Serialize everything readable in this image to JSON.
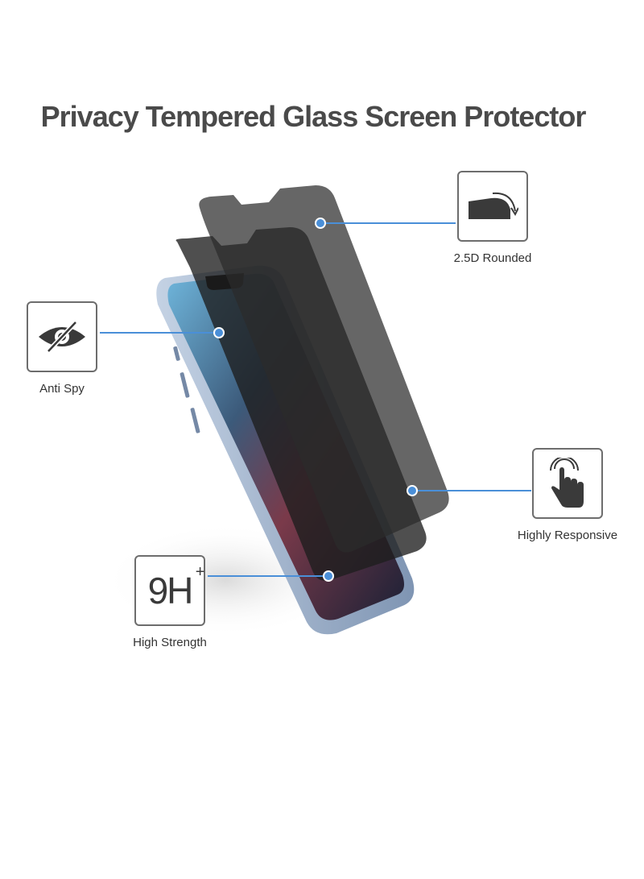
{
  "title": "Privacy Tempered Glass Screen Protector",
  "features": {
    "rounded": {
      "label": "2.5D Rounded",
      "icon": "curved-edge-icon"
    },
    "anti_spy": {
      "label": "Anti Spy",
      "icon": "eye-slash-icon"
    },
    "responsive": {
      "label": "Highly Responsive",
      "icon": "touch-hand-icon"
    },
    "strength": {
      "label": "High Strength",
      "icon": "9h-badge-icon",
      "badge": "9H",
      "badge_sup": "+"
    }
  },
  "colors": {
    "title": "#4a4a4a",
    "connector": "#4a8fd8",
    "glass": "#2b2b2b",
    "phone_frame": "#8fa3bf"
  }
}
